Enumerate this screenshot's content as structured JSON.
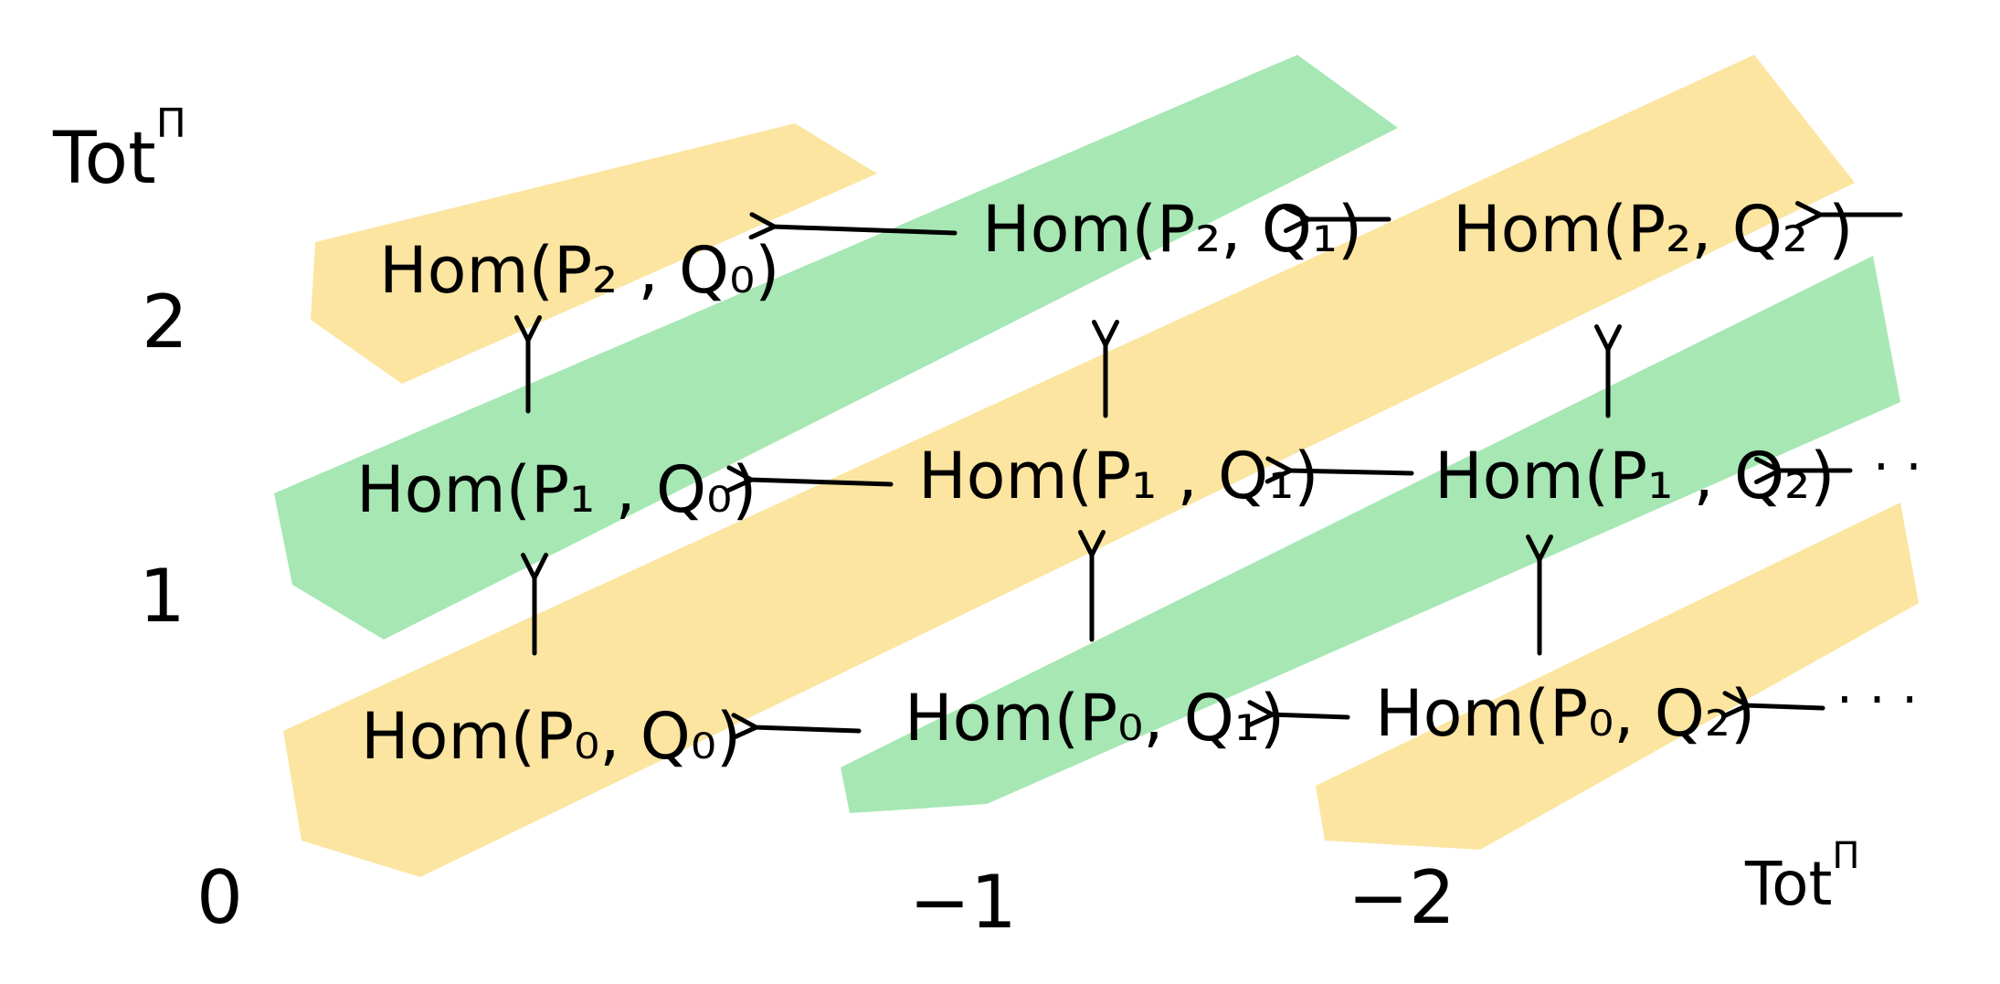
{
  "labels": {
    "tot_vertical": "Tot",
    "tot_horizontal": "Tot",
    "pi": "Π",
    "row_0": "0",
    "row_1": "1",
    "row_2": "2",
    "col_-1": "−1",
    "col_-2": "−2"
  },
  "nodes": {
    "p2q0": "Hom(P₂ , Q₀)",
    "p2q1": "Hom(P₂, Q₁)",
    "p2q2": "Hom(P₂, Q₂ )",
    "p1q0": "Hom(P₁ , Q₀)",
    "p1q1": "Hom(P₁ , Q₁)",
    "p1q2": "Hom(P₁ , Q₂)",
    "p0q0": "Hom(P₀, Q₀)",
    "p0q1": "Hom(P₀, Q₁)",
    "p0q2": "Hom(P₀, Q₂)"
  },
  "continuation": {
    "row_1": "· ·",
    "row_0": "· · ·"
  },
  "colors": {
    "yellow": "#F7C62F",
    "green": "#3CCB5A",
    "ink": "#000000"
  }
}
